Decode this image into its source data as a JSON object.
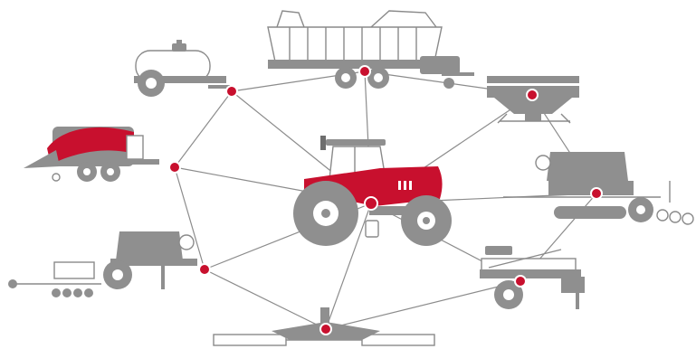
{
  "colors": {
    "accent": "#c8102e",
    "machine_grey": "#8f8f8f",
    "link_grey": "#8c8c8c",
    "background": "#ffffff"
  },
  "diagram": {
    "center": {
      "icon": "tractor-icon"
    },
    "nodes": [
      {
        "id": "tank",
        "icon": "water-tank-trailer-icon"
      },
      {
        "id": "forage",
        "icon": "forage-wagon-icon"
      },
      {
        "id": "spreader",
        "icon": "fertilizer-spreader-icon"
      },
      {
        "id": "baler",
        "icon": "square-baler-icon"
      },
      {
        "id": "seed-drill",
        "icon": "seed-drill-icon"
      },
      {
        "id": "planter",
        "icon": "row-planter-icon"
      },
      {
        "id": "sprayer",
        "icon": "field-sprayer-icon"
      },
      {
        "id": "mower",
        "icon": "mower-icon"
      }
    ],
    "connections": [
      [
        "tractor",
        "tank"
      ],
      [
        "tractor",
        "forage"
      ],
      [
        "tractor",
        "spreader"
      ],
      [
        "tractor",
        "baler"
      ],
      [
        "tractor",
        "seed-drill"
      ],
      [
        "tractor",
        "planter"
      ],
      [
        "tractor",
        "sprayer"
      ],
      [
        "tractor",
        "mower"
      ],
      [
        "tank",
        "forage"
      ],
      [
        "tank",
        "baler"
      ],
      [
        "forage",
        "spreader"
      ],
      [
        "spreader",
        "seed-drill"
      ],
      [
        "baler",
        "planter"
      ],
      [
        "seed-drill",
        "sprayer"
      ],
      [
        "planter",
        "mower"
      ],
      [
        "sprayer",
        "mower"
      ]
    ]
  }
}
